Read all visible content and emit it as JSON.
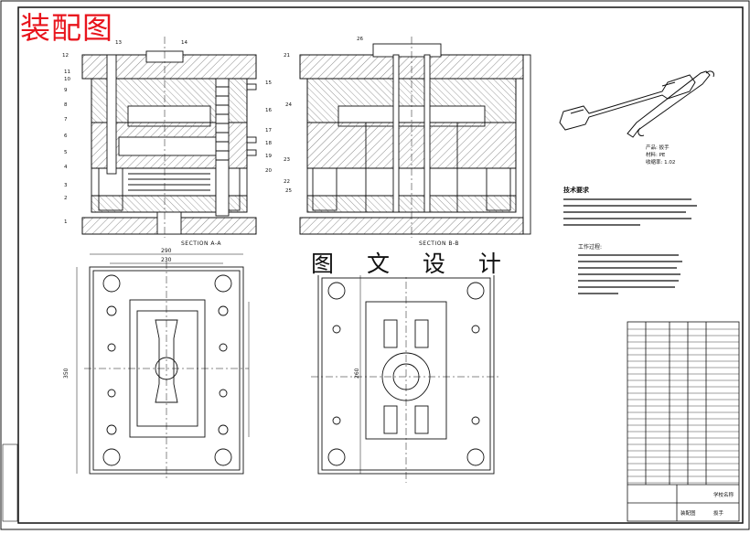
{
  "heading": "装配图",
  "subheading": "图 文 设 计",
  "section_labels": {
    "left": "SECTION A-A",
    "right": "SECTION B-B"
  },
  "dims": {
    "width_outer": "290",
    "width_inner": "230",
    "height_left": "350",
    "height_right": "260"
  },
  "part_callouts_left": [
    "1",
    "2",
    "3",
    "4",
    "5",
    "6",
    "7",
    "8",
    "9",
    "10",
    "11",
    "12",
    "13",
    "14",
    "15",
    "16",
    "17",
    "18",
    "19",
    "20"
  ],
  "part_callouts_right": [
    "21",
    "22",
    "23",
    "24",
    "25",
    "26"
  ],
  "product_info": {
    "name": "产品: 扳手",
    "material": "材料: PE",
    "shrink": "收缩率: 1.02"
  },
  "tech_req_title": "技术要求",
  "work_title": "工作过程:",
  "title_block": {
    "school": "学校名称",
    "drawing": "装配图",
    "product": "扳手"
  },
  "colors": {
    "heading": "#e8141c",
    "line": "#111111",
    "hatch": "#555555"
  }
}
